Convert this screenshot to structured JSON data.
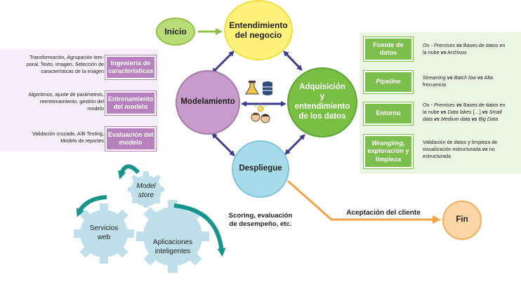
{
  "nodes": {
    "inicio": "Inicio",
    "entendimiento": [
      "Entendimiento",
      "del negocio"
    ],
    "adquisicion": [
      "Adquisición",
      "y",
      "entendimiento",
      "de los datos"
    ],
    "modelamiento": "Modelamiento",
    "despliegue": "Despliegue",
    "fin": "Fin"
  },
  "left_panel": [
    {
      "button": [
        "Ingeniería de",
        "características"
      ],
      "text": [
        "Transformación, Agrupación tem-",
        "poral, Texto, Imagen, Selección de",
        "características de la imagen"
      ]
    },
    {
      "button": [
        "Entrenamiento",
        "del modelo"
      ],
      "text": [
        "Algoritmos, ajuste de parámetros,",
        "reentrenamiento, gestión del",
        "modelo"
      ]
    },
    {
      "button": [
        "Evaluación del",
        "modelo"
      ],
      "text": [
        "Validación cruzada, A/B Testing,",
        "Modelo de reportes"
      ]
    }
  ],
  "right_panel": {
    "fuente": {
      "button": [
        "Fuente de",
        "datos"
      ],
      "on_premises": "On - Premises",
      "vs": "vs",
      "t1": " Bases de datos en",
      "t2": "la nube ",
      "t3": " Archivos"
    },
    "pipeline": {
      "button": "Pipeline",
      "streaming": "Streaming",
      "vs": "vs",
      "batch": " Batch low ",
      "t1": " Alta",
      "t2": "frecuencia"
    },
    "entorno": {
      "button": "Entorno",
      "on_premises": "On - Premises",
      "vs": "vs",
      "t1": " Bases de datos en",
      "t2": "la nube ",
      "data_lakes": "Data lakes",
      "t3": " […] ",
      "small": " Small",
      "data": "data",
      "medium": " Medium data ",
      "big": " Big Data"
    },
    "wrangling": {
      "button_italic": "Wrangling,",
      "button_rest": [
        "exploración y",
        "limpieza"
      ],
      "t1": "Validación de datos y limpieza de",
      "t2": "visualización estructurada ",
      "vs": "vs",
      "t3": " no",
      "t4": "estructurada"
    }
  },
  "gears": {
    "model_store": [
      "Model",
      "store"
    ],
    "servicios": [
      "Servicios",
      "web"
    ],
    "aplicaciones": [
      "Aplicaciones",
      "inteligentes"
    ]
  },
  "scoring_note": [
    "Scoring, evaluación",
    "de desempeño, etc."
  ],
  "acceptance_label": "Aceptación del cliente",
  "colors": {
    "inicio": "#b9dc79",
    "entendimiento": "#fef27a",
    "adquisicion": "#78bf44",
    "modelamiento": "#c79ccb",
    "despliegue": "#a7dbe9",
    "fin": "#fcd6a6",
    "arrow_blue": "#3b3c8e",
    "arrow_orange": "#f2a244",
    "arrow_teal": "#17958c",
    "gear": "#bfe0ea"
  },
  "icons": [
    "flask-icon",
    "database-icon",
    "people-icon",
    "lightbulb-icon"
  ]
}
